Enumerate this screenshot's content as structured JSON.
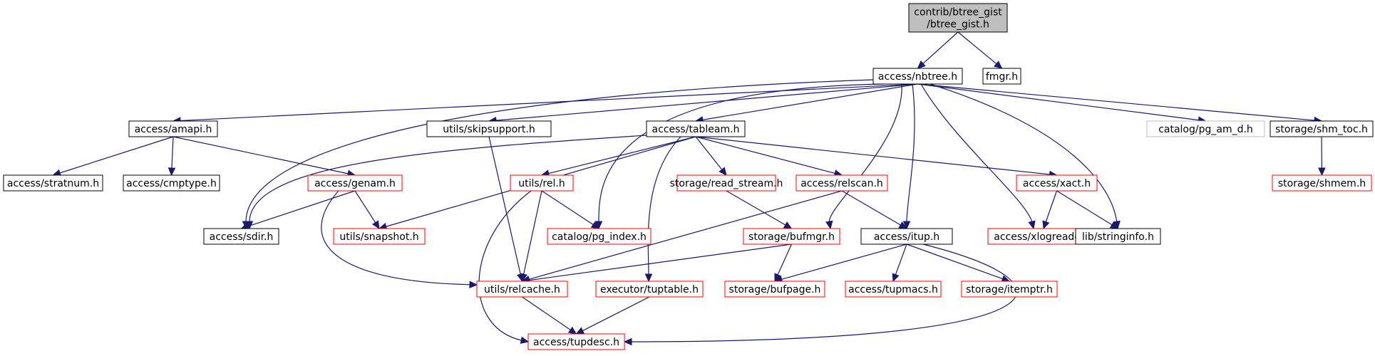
{
  "colors": {
    "edge": "#191970",
    "root_fill": "#bfbfbf",
    "normal_border": "#000000",
    "red_border": "#ff0000",
    "gray_border": "#bfbfbf"
  },
  "nodes": [
    {
      "id": "root",
      "lines": [
        "contrib/btree_gist",
        "/btree_gist.h"
      ],
      "style": "root"
    },
    {
      "id": "nbtree",
      "lines": [
        "access/nbtree.h"
      ],
      "style": "normal"
    },
    {
      "id": "fmgr",
      "lines": [
        "fmgr.h"
      ],
      "style": "normal"
    },
    {
      "id": "amapi",
      "lines": [
        "access/amapi.h"
      ],
      "style": "normal"
    },
    {
      "id": "skipsupport",
      "lines": [
        "utils/skipsupport.h"
      ],
      "style": "normal"
    },
    {
      "id": "tableam",
      "lines": [
        "access/tableam.h"
      ],
      "style": "normal"
    },
    {
      "id": "pg_am_d",
      "lines": [
        "catalog/pg_am_d.h"
      ],
      "style": "gray"
    },
    {
      "id": "shm_toc",
      "lines": [
        "storage/shm_toc.h"
      ],
      "style": "normal"
    },
    {
      "id": "stratnum",
      "lines": [
        "access/stratnum.h"
      ],
      "style": "normal"
    },
    {
      "id": "cmptype",
      "lines": [
        "access/cmptype.h"
      ],
      "style": "normal"
    },
    {
      "id": "genam",
      "lines": [
        "access/genam.h"
      ],
      "style": "red"
    },
    {
      "id": "sdir",
      "lines": [
        "access/sdir.h"
      ],
      "style": "normal"
    },
    {
      "id": "snapshot",
      "lines": [
        "utils/snapshot.h"
      ],
      "style": "red"
    },
    {
      "id": "rel",
      "lines": [
        "utils/rel.h"
      ],
      "style": "red"
    },
    {
      "id": "pg_index",
      "lines": [
        "catalog/pg_index.h"
      ],
      "style": "red"
    },
    {
      "id": "read_stream",
      "lines": [
        "storage/read_stream.h"
      ],
      "style": "red"
    },
    {
      "id": "relscan",
      "lines": [
        "access/relscan.h"
      ],
      "style": "red"
    },
    {
      "id": "xact",
      "lines": [
        "access/xact.h"
      ],
      "style": "red"
    },
    {
      "id": "shmem",
      "lines": [
        "storage/shmem.h"
      ],
      "style": "red"
    },
    {
      "id": "bufmgr",
      "lines": [
        "storage/bufmgr.h"
      ],
      "style": "red"
    },
    {
      "id": "itup",
      "lines": [
        "access/itup.h"
      ],
      "style": "normal"
    },
    {
      "id": "xlogreader",
      "lines": [
        "access/xlogreader.h"
      ],
      "style": "red"
    },
    {
      "id": "stringinfo",
      "lines": [
        "lib/stringinfo.h"
      ],
      "style": "normal"
    },
    {
      "id": "relcache",
      "lines": [
        "utils/relcache.h"
      ],
      "style": "red"
    },
    {
      "id": "tuptable",
      "lines": [
        "executor/tuptable.h"
      ],
      "style": "red"
    },
    {
      "id": "bufpage",
      "lines": [
        "storage/bufpage.h"
      ],
      "style": "red"
    },
    {
      "id": "tupmacs",
      "lines": [
        "access/tupmacs.h"
      ],
      "style": "red"
    },
    {
      "id": "itemptr",
      "lines": [
        "storage/itemptr.h"
      ],
      "style": "red"
    },
    {
      "id": "tupdesc",
      "lines": [
        "access/tupdesc.h"
      ],
      "style": "red"
    }
  ],
  "edges": [
    [
      "root",
      "nbtree"
    ],
    [
      "root",
      "fmgr"
    ],
    [
      "nbtree",
      "amapi"
    ],
    [
      "nbtree",
      "skipsupport"
    ],
    [
      "nbtree",
      "tableam"
    ],
    [
      "nbtree",
      "pg_am_d"
    ],
    [
      "nbtree",
      "shm_toc"
    ],
    [
      "nbtree",
      "sdir"
    ],
    [
      "nbtree",
      "pg_index"
    ],
    [
      "nbtree",
      "bufmgr"
    ],
    [
      "nbtree",
      "itup"
    ],
    [
      "nbtree",
      "xlogreader"
    ],
    [
      "nbtree",
      "stringinfo"
    ],
    [
      "amapi",
      "stratnum"
    ],
    [
      "amapi",
      "cmptype"
    ],
    [
      "amapi",
      "genam"
    ],
    [
      "skipsupport",
      "relcache"
    ],
    [
      "tableam",
      "sdir"
    ],
    [
      "tableam",
      "snapshot"
    ],
    [
      "tableam",
      "rel"
    ],
    [
      "tableam",
      "tuptable"
    ],
    [
      "tableam",
      "read_stream"
    ],
    [
      "tableam",
      "relscan"
    ],
    [
      "tableam",
      "xact"
    ],
    [
      "shm_toc",
      "shmem"
    ],
    [
      "genam",
      "sdir"
    ],
    [
      "genam",
      "snapshot"
    ],
    [
      "genam",
      "relcache"
    ],
    [
      "rel",
      "pg_index"
    ],
    [
      "rel",
      "relcache"
    ],
    [
      "rel",
      "tupdesc"
    ],
    [
      "read_stream",
      "bufmgr"
    ],
    [
      "relscan",
      "itup"
    ],
    [
      "relscan",
      "relcache"
    ],
    [
      "xact",
      "xlogreader"
    ],
    [
      "xact",
      "stringinfo"
    ],
    [
      "bufmgr",
      "bufpage"
    ],
    [
      "bufmgr",
      "relcache"
    ],
    [
      "itup",
      "bufpage"
    ],
    [
      "itup",
      "tupmacs"
    ],
    [
      "itup",
      "itemptr"
    ],
    [
      "itup",
      "tupdesc"
    ],
    [
      "relcache",
      "tupdesc"
    ],
    [
      "tuptable",
      "tupdesc"
    ]
  ]
}
